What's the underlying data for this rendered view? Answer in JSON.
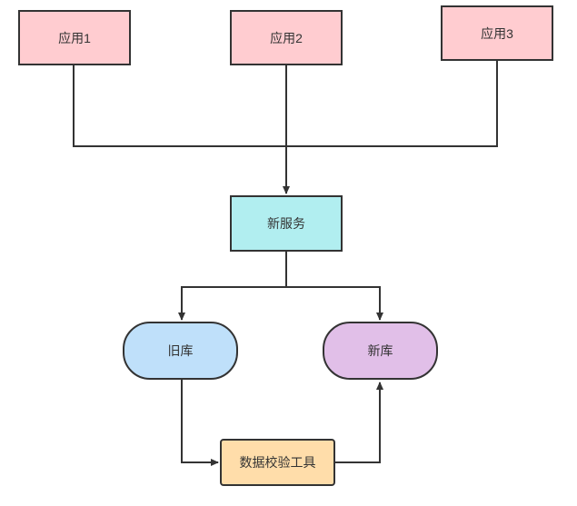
{
  "diagram": {
    "nodes": {
      "app1": {
        "label": "应用1",
        "fill": "#ffccd0"
      },
      "app2": {
        "label": "应用2",
        "fill": "#ffccd0"
      },
      "app3": {
        "label": "应用3",
        "fill": "#ffccd0"
      },
      "new_service": {
        "label": "新服务",
        "fill": "#b1eef0"
      },
      "old_db": {
        "label": "旧库",
        "fill": "#bfe0fa"
      },
      "new_db": {
        "label": "新库",
        "fill": "#e1bfe8"
      },
      "validator": {
        "label": "数据校验工具",
        "fill": "#ffddaa"
      }
    },
    "edges": [
      {
        "from": "app1",
        "to": "new_service"
      },
      {
        "from": "app2",
        "to": "new_service"
      },
      {
        "from": "app3",
        "to": "new_service"
      },
      {
        "from": "new_service",
        "to": "old_db"
      },
      {
        "from": "new_service",
        "to": "new_db"
      },
      {
        "from": "old_db",
        "to": "validator"
      },
      {
        "from": "validator",
        "to": "new_db"
      }
    ],
    "line_color": "#333333"
  }
}
